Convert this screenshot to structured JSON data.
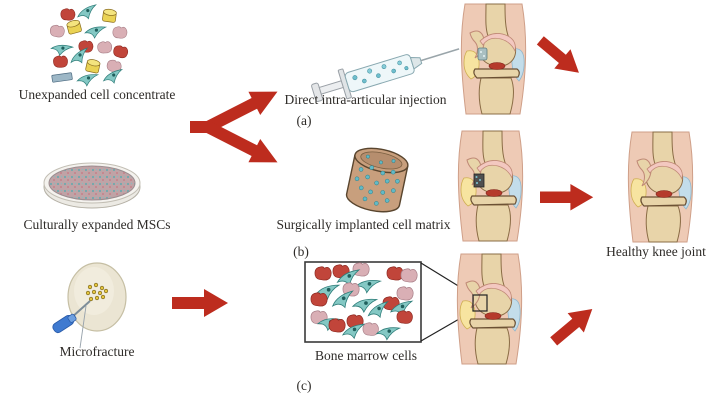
{
  "figure": {
    "pathways": [
      {
        "panel": "(a)",
        "source_label": "Unexpanded cell concentrate",
        "method_label": "Direct intra-articular injection"
      },
      {
        "panel": "(b)",
        "source_label": "Culturally expanded MSCs",
        "method_label": "Surgically implanted cell matrix"
      },
      {
        "panel": "(c)",
        "source_label": "Microfracture",
        "method_label": "Bone marrow cells"
      }
    ],
    "outcome_label": "Healthy knee joint"
  },
  "icons": {
    "cell-cluster-icon": "svg-shape",
    "petri-dish-icon": "svg-shape",
    "microfracture-awl-icon": "svg-shape",
    "syringe-icon": "svg-shape",
    "cell-matrix-cylinder-icon": "svg-shape",
    "bone-marrow-cells-box-icon": "svg-shape",
    "knee-joint-icon": "svg-shape",
    "branch-arrow-icon": "svg-shape",
    "red-arrow-icon": "svg-shape"
  },
  "colors": {
    "arrow_red": "#bd2c1e",
    "text": "#2e2b28",
    "skin": "#eecab5",
    "bone": "#e8d4a9",
    "cartilage_pink": "#f3c8c0",
    "fat_pad_yellow": "#f7e4a0",
    "effusion_blue": "#c3ddea",
    "lesion_red": "#b53a2c",
    "cell_teal": "#84c8c4",
    "cell_red": "#c1453a",
    "cell_pink": "#d9afb5",
    "matrix_tan": "#c89f7d",
    "dish_culture_pink": "#c0a4a8",
    "dish_speckle_teal": "#6fa8ad",
    "microfracture_dot_yellow": "#e5c53e",
    "tool_blue": "#3f7ad0"
  }
}
